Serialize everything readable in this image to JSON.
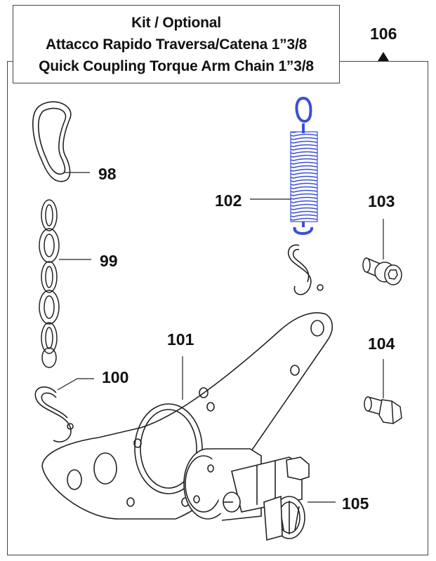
{
  "title": {
    "line1": "Kit / Optional",
    "line2": "Attacco Rapido Traversa/Catena 1”3/8",
    "line3": "Quick Coupling Torque Arm Chain 1”3/8"
  },
  "reference": "106",
  "parts": [
    {
      "id": "98"
    },
    {
      "id": "99"
    },
    {
      "id": "100"
    },
    {
      "id": "101"
    },
    {
      "id": "102"
    },
    {
      "id": "103"
    },
    {
      "id": "104"
    },
    {
      "id": "105"
    }
  ],
  "colors": {
    "highlight": "#3a4fd8",
    "line": "#222222"
  }
}
